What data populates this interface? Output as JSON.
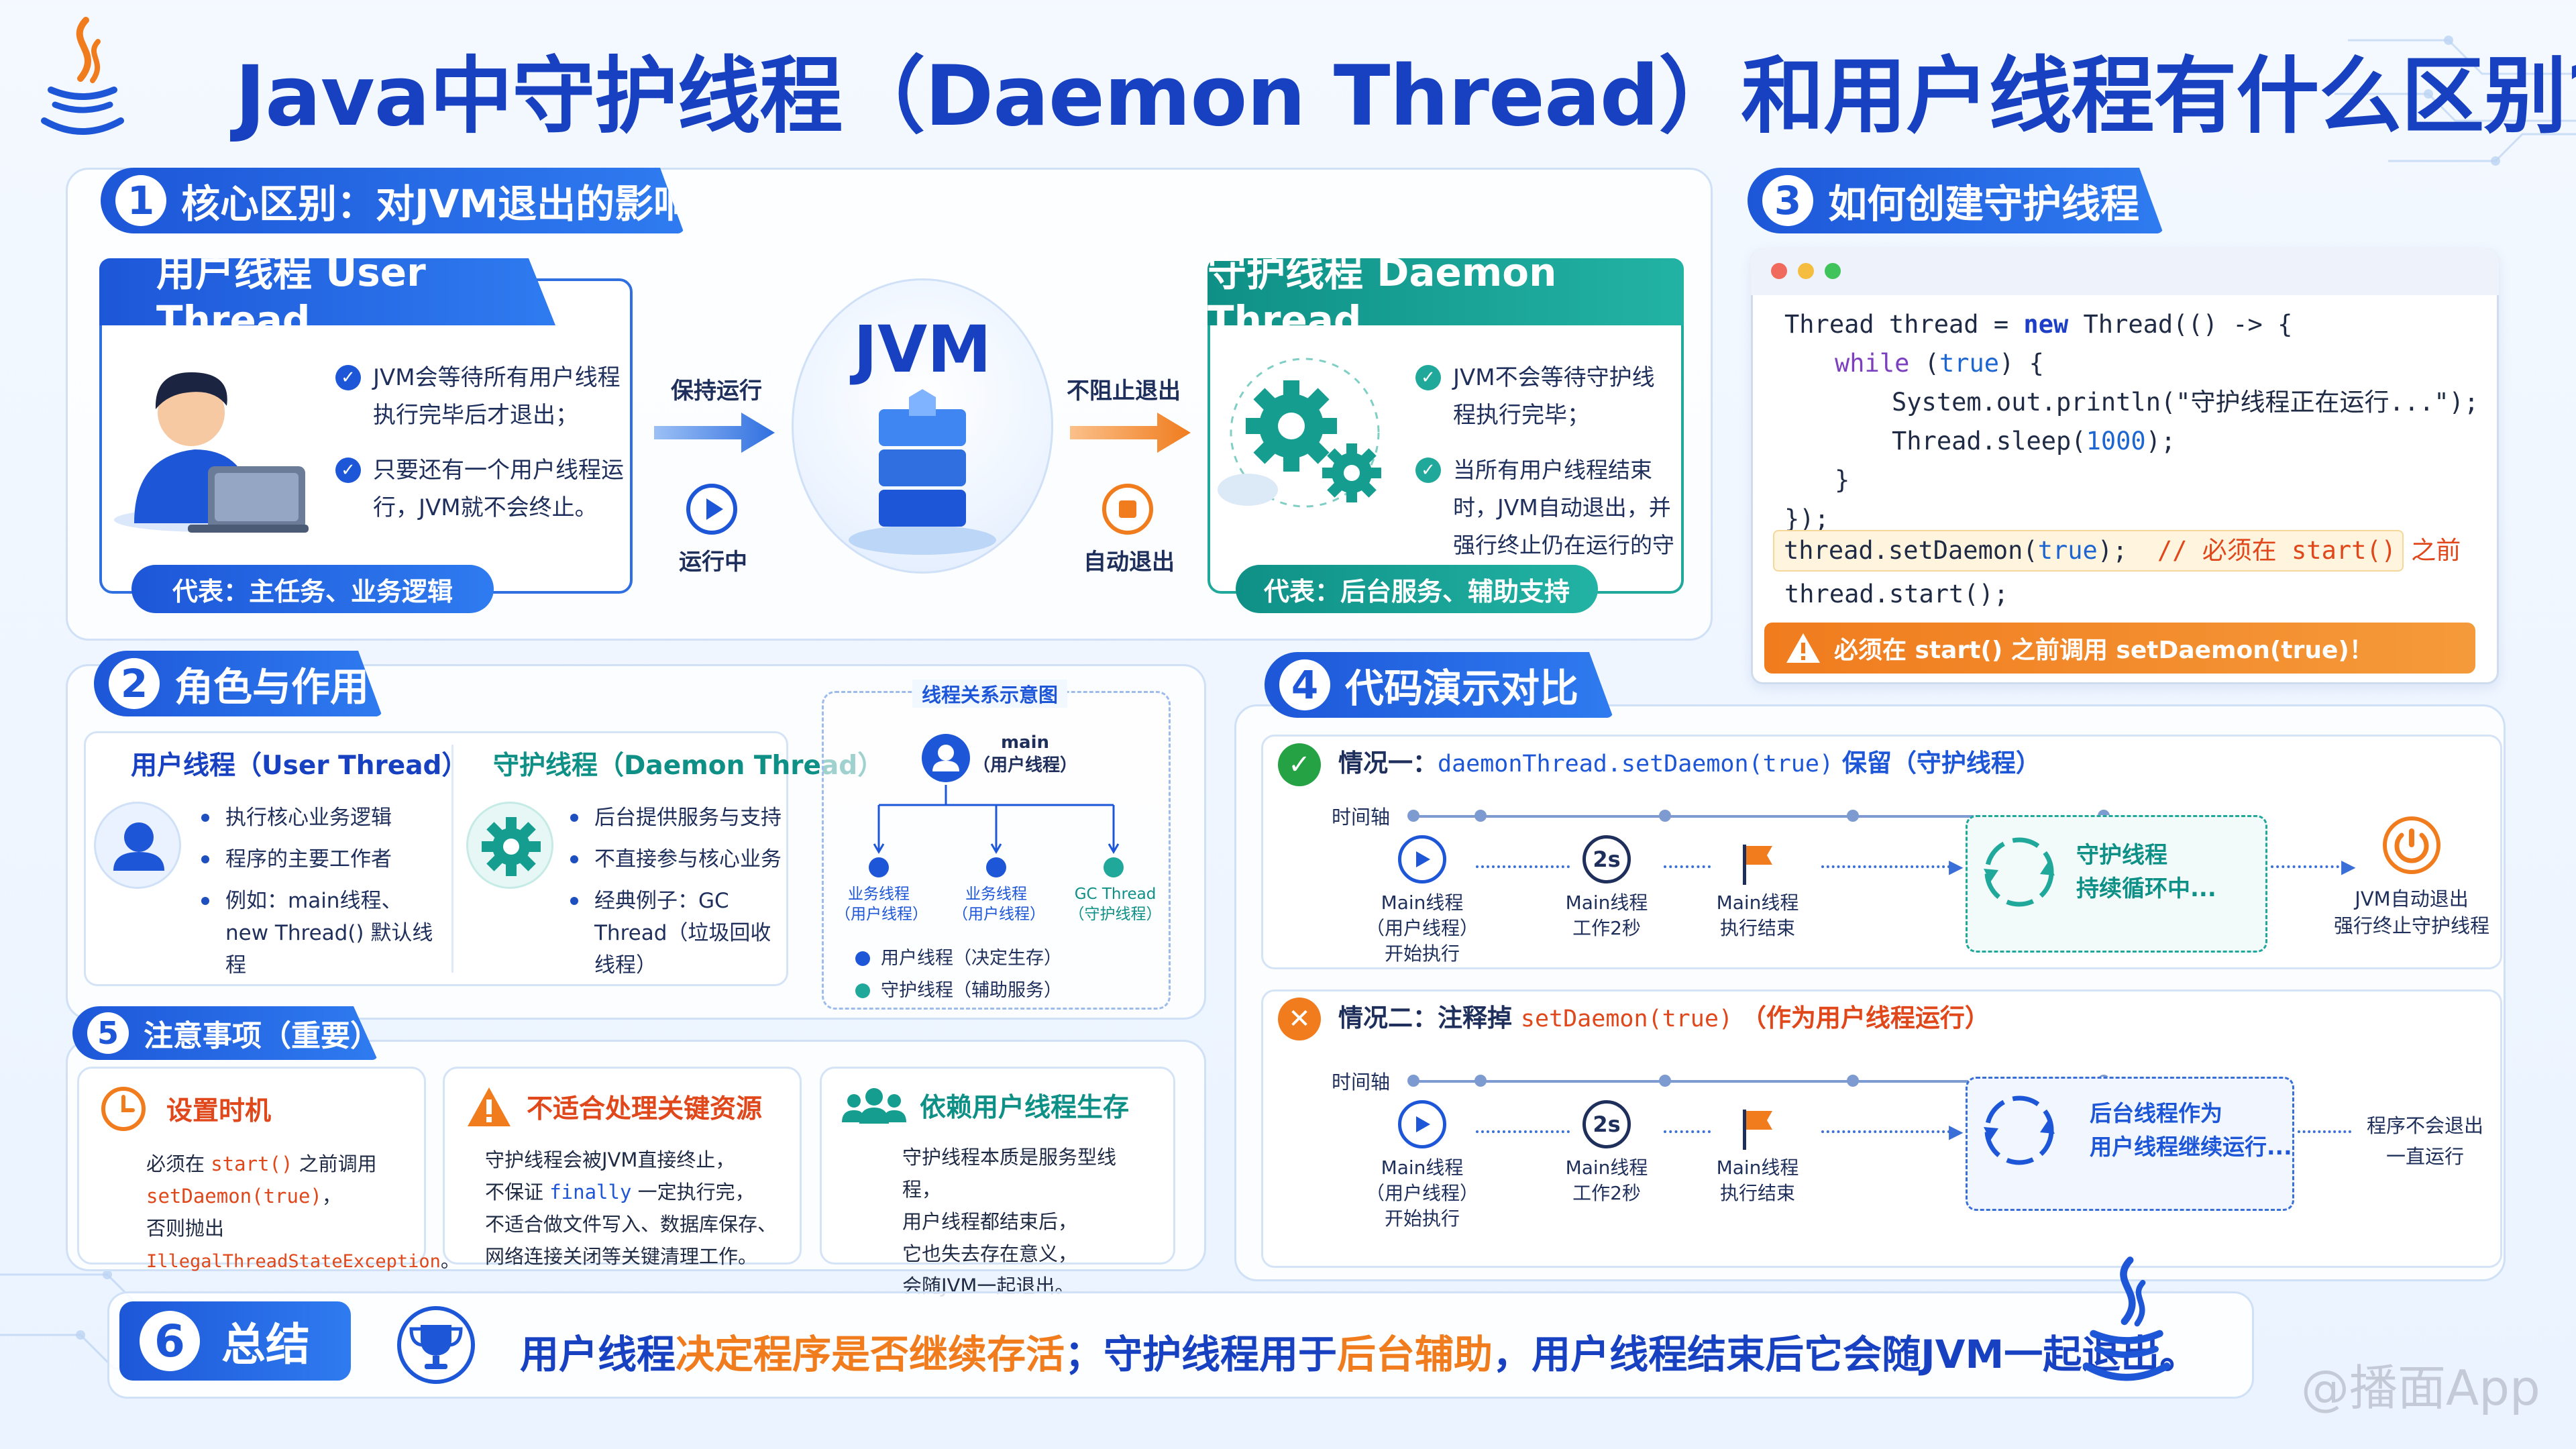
{
  "title": "Java中守护线程（Daemon Thread）和用户线程有什么区别?",
  "watermark": "@播面App",
  "sec1": {
    "num": "1",
    "heading": "核心区别：对JVM退出的影响",
    "user": {
      "title": "用户线程 User Thread",
      "points": [
        "JVM会等待所有用户线程执行完毕后才退出；",
        "只要还有一个用户线程运行，JVM就不会终止。"
      ],
      "footer": "代表：主任务、业务逻辑"
    },
    "left_arrow_label": "保持运行",
    "left_status": "运行中",
    "jvm": "JVM",
    "right_arrow_label": "不阻止退出",
    "right_status": "自动退出",
    "daemon": {
      "title": "守护线程 Daemon Thread",
      "points": [
        "JVM不会等待守护线程执行完毕；",
        "当所有用户线程结束时，JVM自动退出，并强行终止仍在运行的守护线程。"
      ],
      "footer": "代表：后台服务、辅助支持"
    }
  },
  "sec2": {
    "num": "2",
    "heading": "角色与作用",
    "user": {
      "title": "用户线程（User Thread）",
      "items": [
        "执行核心业务逻辑",
        "程序的主要工作者",
        "例如：main线程、new Thread() 默认线程"
      ]
    },
    "daemon": {
      "title": "守护线程（Daemon Thread）",
      "items": [
        "后台提供服务与支持",
        "不直接参与核心业务",
        "经典例子：GC Thread（垃圾回收线程）"
      ]
    },
    "diagram": {
      "title": "线程关系示意图",
      "root": "main",
      "root_sub": "（用户线程）",
      "children": [
        {
          "label": "业务线程",
          "sub": "（用户线程）",
          "color": "#1d57d8"
        },
        {
          "label": "业务线程",
          "sub": "（用户线程）",
          "color": "#1d57d8"
        },
        {
          "label": "GC Thread",
          "sub": "（守护线程）",
          "color": "#20a89a"
        }
      ],
      "legend": [
        {
          "text": "用户线程（决定生存）",
          "color": "#1d57d8"
        },
        {
          "text": "守护线程（辅助服务）",
          "color": "#20a89a"
        }
      ]
    }
  },
  "sec3": {
    "num": "3",
    "heading": "如何创建守护线程",
    "code": {
      "l1a": "Thread thread = ",
      "l1kw": "new",
      "l1b": " Thread(() -> {",
      "l2kw": "while",
      "l2a": " (",
      "l2val": "true",
      "l2b": ") {",
      "l3": "System.out.println(\"守护线程正在运行...\");",
      "l4a": "Thread.sleep(",
      "l4val": "1000",
      "l4b": ");",
      "l5": "}",
      "l6": "});",
      "l7a": "thread.setDaemon(",
      "l7val": "true",
      "l7b": ");  ",
      "l7cmt": "// 必须在 start() 之前",
      "l8": "thread.start();"
    },
    "warning": "必须在 start() 之前调用 setDaemon(true)！"
  },
  "sec4": {
    "num": "4",
    "heading": "代码演示对比",
    "axis_label": "时间轴",
    "case1": {
      "title_a": "情况一：",
      "title_code": "daemonThread.setDaemon(true)",
      "title_b": "保留（守护线程）",
      "steps": [
        {
          "icon": "play",
          "text": "Main线程\n（用户线程）\n开始执行"
        },
        {
          "icon": "2s",
          "text": "Main线程\n工作2秒"
        },
        {
          "icon": "flag",
          "text": "Main线程\n执行结束"
        }
      ],
      "loop": "守护线程\n持续循环中...",
      "end": "JVM自动退出\n强行终止守护线程"
    },
    "case2": {
      "title_a": "情况二：注释掉",
      "title_code": "setDaemon(true)",
      "title_b": "（作为用户线程运行）",
      "steps": [
        {
          "icon": "play",
          "text": "Main线程\n（用户线程）\n开始执行"
        },
        {
          "icon": "2s",
          "text": "Main线程\n工作2秒"
        },
        {
          "icon": "flag",
          "text": "Main线程\n执行结束"
        }
      ],
      "loop": "后台线程作为\n用户线程继续运行...",
      "end": "程序不会退出\n一直运行"
    }
  },
  "sec5": {
    "num": "5",
    "heading": "注意事项（重要）",
    "card1": {
      "title": "设置时机",
      "t1": "必须在 ",
      "c1": "start()",
      "t2": " 之前调用",
      "c2": "setDaemon(true)",
      "t3": "，",
      "t4": "否则抛出",
      "c3": "IllegalThreadStateException",
      "t5": "。"
    },
    "card2": {
      "title": "不适合处理关键资源",
      "t1": "守护线程会被JVM直接终止，",
      "t2": "不保证 ",
      "c1": "finally",
      "t3": " 一定执行完，",
      "t4": "不适合做文件写入、数据库保存、",
      "t5": "网络连接关闭等关键清理工作。"
    },
    "card3": {
      "title": "依赖用户线程生存",
      "lines": [
        "守护线程本质是服务型线程，",
        "用户线程都结束后，",
        "它也失去存在意义，",
        "会随JVM一起退出。"
      ]
    }
  },
  "sec6": {
    "num": "6",
    "heading": "总结",
    "s1": "用户线程",
    "s2": "决定程序是否继续存活",
    "s3": "；守护线程用于",
    "s4": "后台辅助",
    "s5": "，用户线程结束后它会随JVM一起退出。"
  },
  "colors": {
    "primary": "#1d57d8",
    "teal": "#20a89a",
    "orange": "#f07c1e",
    "red": "#e0471a"
  }
}
